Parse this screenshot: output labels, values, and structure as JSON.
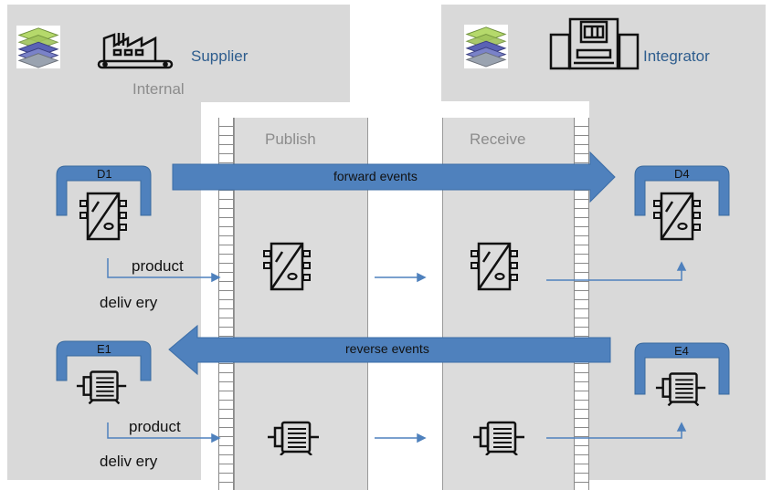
{
  "regions": {
    "supplier": "Supplier",
    "integrator": "Integrator",
    "internal": "Internal"
  },
  "zones": {
    "publish": "Publish",
    "receive": "Receive"
  },
  "devices": {
    "d1": "D1",
    "d4": "D4",
    "e1": "E1",
    "e4": "E4"
  },
  "events": {
    "forward": "forward events",
    "reverse": "reverse events"
  },
  "delivery_top": {
    "line1": "product",
    "line2": "deliv ery"
  },
  "delivery_bottom": {
    "line1": "product",
    "line2": "deliv ery"
  },
  "colors": {
    "region_gray": "#d9d9d9",
    "zone_gray": "#dcdcdc",
    "arrow_blue": "#4f81bd",
    "text_blue": "#2e5d8e",
    "label_gray": "#8c8c8c"
  }
}
